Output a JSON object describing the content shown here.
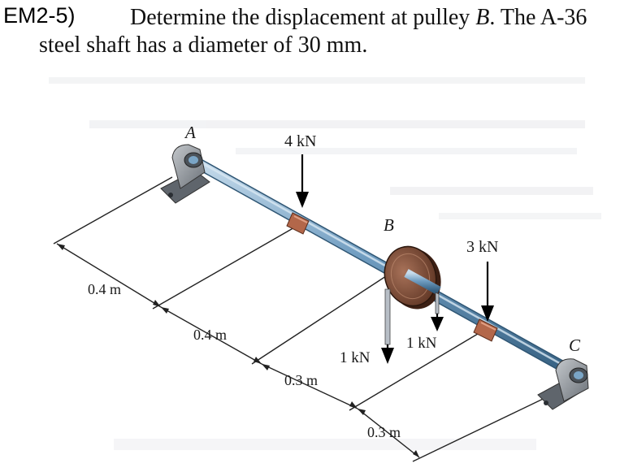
{
  "problem": {
    "number": "EM2-5)",
    "line1_prefix": "Determine the displacement at pulley ",
    "line1_pulley": "B",
    "line1_suffix": ". The A-36",
    "line2": "steel shaft has a diameter of 30 mm."
  },
  "diagram": {
    "support_a": "A",
    "support_c": "C",
    "pulley": "B",
    "load_4kn": "4 kN",
    "load_3kn": "3 kN",
    "belt_left": "1 kN",
    "belt_right": "1 kN",
    "dim_1": "0.4 m",
    "dim_2": "0.4 m",
    "dim_3": "0.3 m",
    "dim_4": "0.3 m"
  },
  "colors": {
    "shaft": "#5f8fb4",
    "shaft_highlight": "#a9cbe6",
    "pulley": "#7a4a34",
    "bearing": "#8d939a",
    "coupling": "#b3674a"
  }
}
